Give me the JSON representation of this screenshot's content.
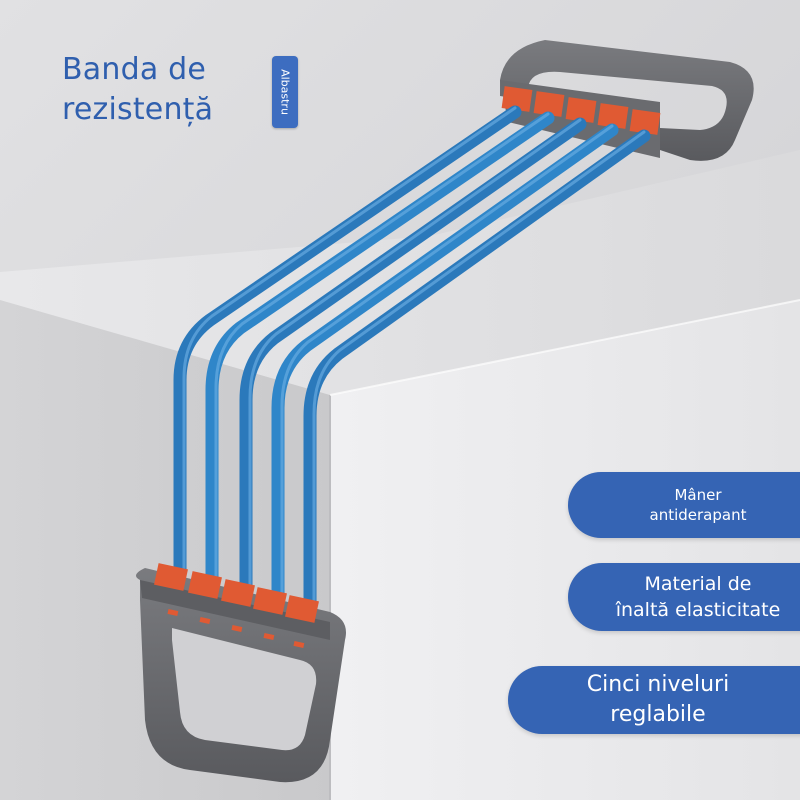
{
  "headline": {
    "line1": "Banda de",
    "line2": "rezistență"
  },
  "color_tag": {
    "label": "Albastru",
    "color": "#3d6dc0"
  },
  "features": [
    {
      "line1": "Mâner",
      "line2": "antiderapant"
    },
    {
      "line1": "Material de",
      "line2": "înaltă elasticitate"
    },
    {
      "line1": "Cinci niveluri",
      "line2": "reglabile"
    }
  ],
  "colors": {
    "accent_blue": "#3564b4",
    "title_blue": "#2f5fae",
    "handle_gray": "#6f7074",
    "connector_orange": "#e05a33",
    "cord_blue": "#2f86c9"
  },
  "icons": {
    "product": "chest-expander-image"
  }
}
